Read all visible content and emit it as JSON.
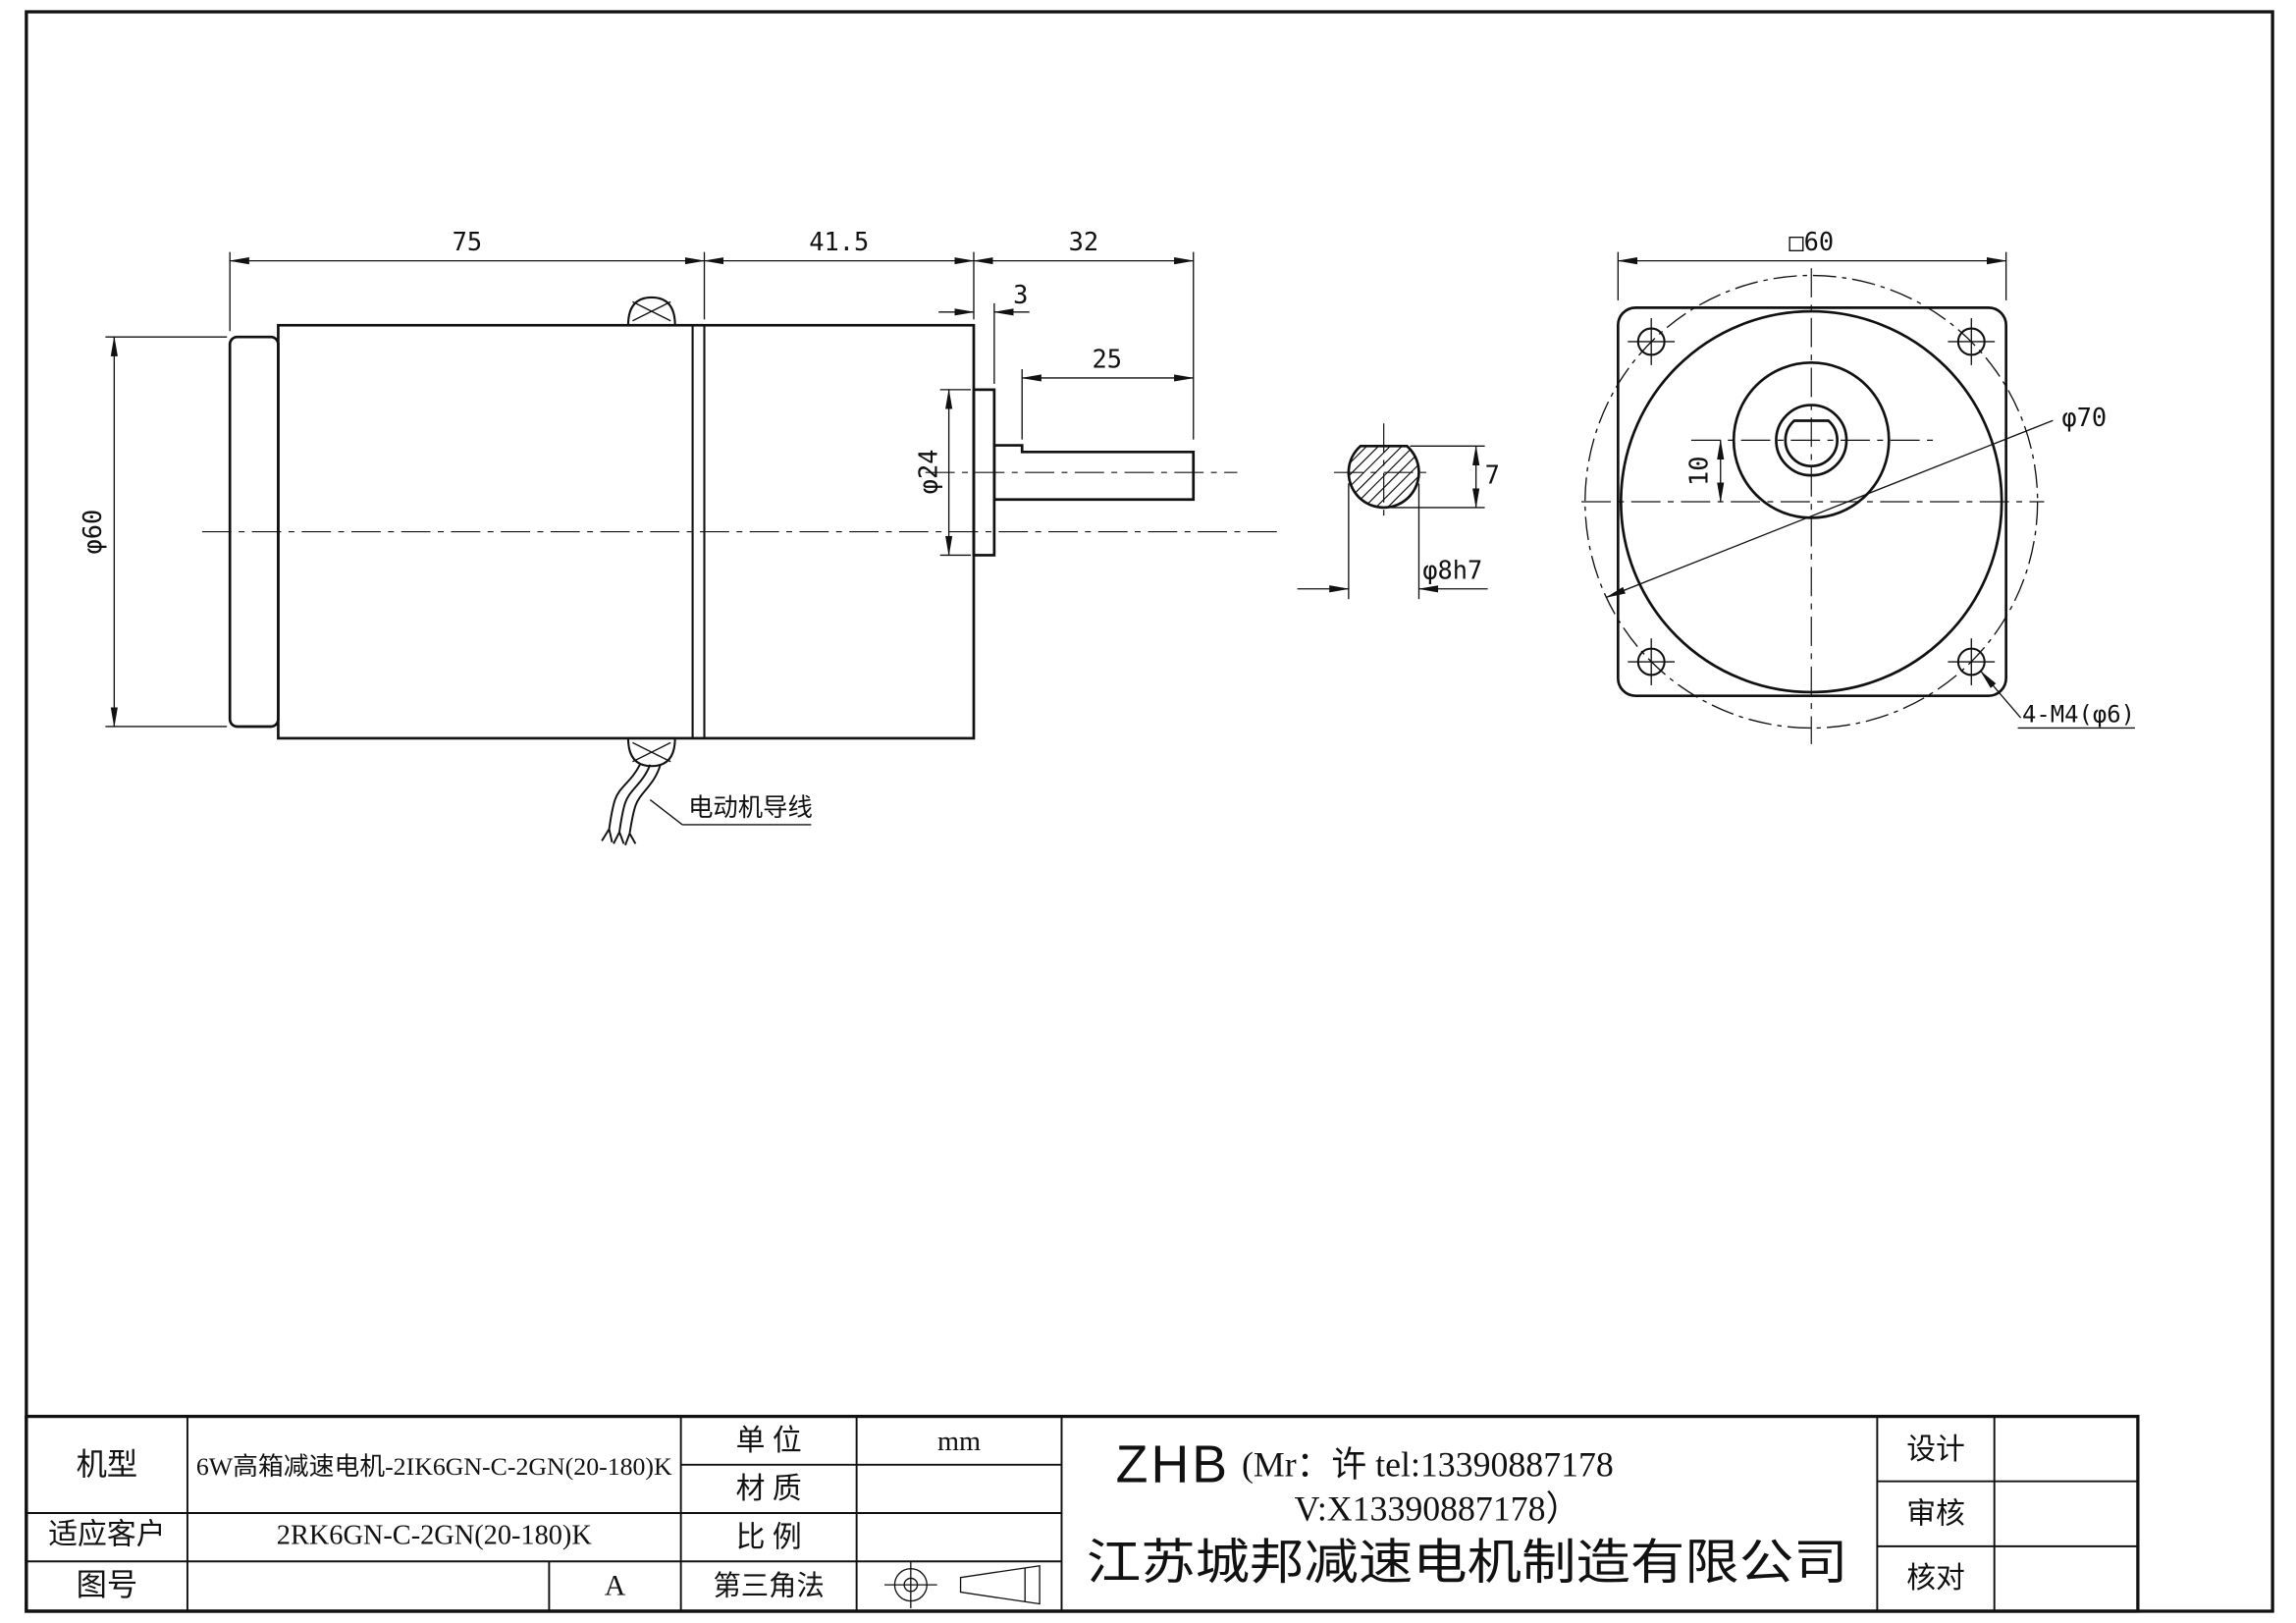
{
  "dims": {
    "side_body_length": "75",
    "side_gearbox_length": "41.5",
    "side_shaft_total": "32",
    "side_boss_length": "3",
    "side_flat_length": "25",
    "side_body_diameter": "φ60",
    "side_boss_diameter": "φ24",
    "section_flat_width": "7",
    "section_shaft_diameter": "φ8h7",
    "front_flange_size": "□60",
    "front_bolt_circle": "φ70",
    "front_shaft_offset": "10",
    "front_mount_holes": "4-M4(φ6)"
  },
  "labels": {
    "motor_lead_wire": "电动机导线"
  },
  "title_block": {
    "model_label": "机型",
    "model_value": "6W高箱减速电机-2IK6GN-C-2GN(20-180)K",
    "customer_label": "适应客户",
    "customer_value": "2RK6GN-C-2GN(20-180)K",
    "drawing_no_label": "图号",
    "drawing_no_value": "A",
    "unit_label": "单 位",
    "unit_value": "mm",
    "material_label": "材 质",
    "material_value": "",
    "scale_label": "比 例",
    "scale_value": "",
    "projection_label": "第三角法",
    "company_brand": "ZHB",
    "company_contact_1": "(Mr：许 tel:13390887178",
    "company_contact_2": "V:X13390887178）",
    "company_name": "江苏城邦减速电机制造有限公司",
    "design_label": "设计",
    "review_label": "审核",
    "check_label": "核对"
  }
}
